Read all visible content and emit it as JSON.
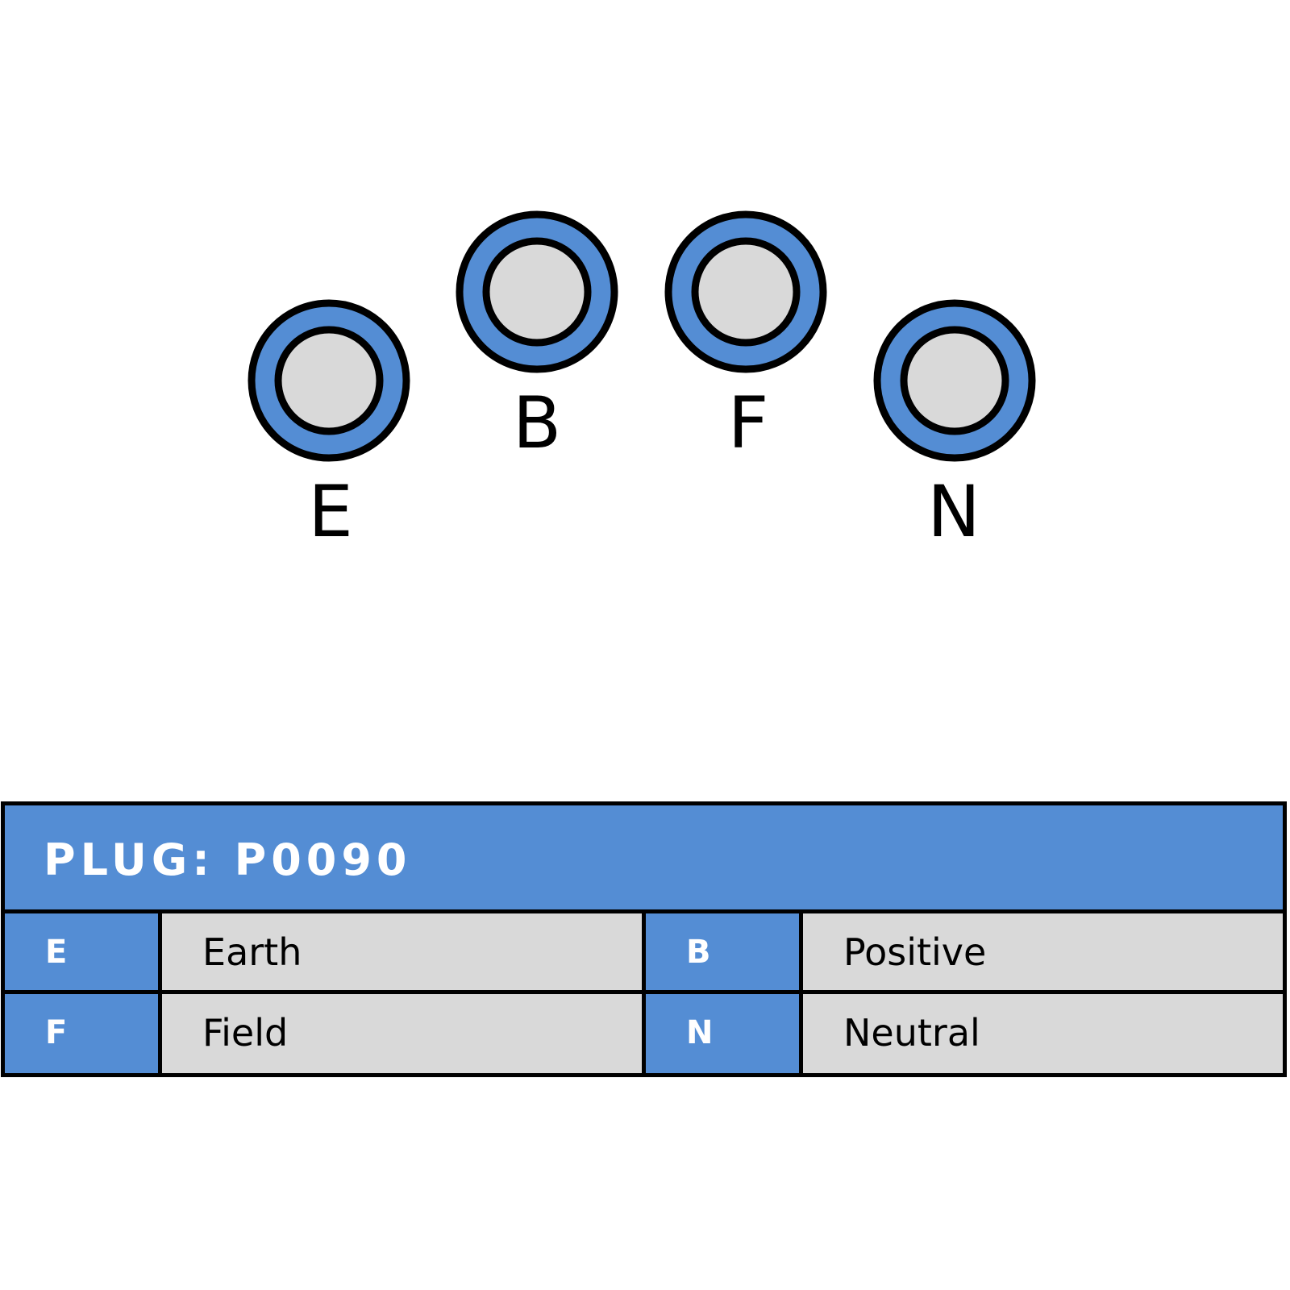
{
  "colors": {
    "accent_blue": "#548dd4",
    "pin_fill": "#d9d9d9",
    "cell_fill": "#d9d9d9",
    "outline": "#000000",
    "header_text": "#ffffff"
  },
  "pins": [
    {
      "label": "E"
    },
    {
      "label": "B"
    },
    {
      "label": "F"
    },
    {
      "label": "N"
    }
  ],
  "table": {
    "title": "PLUG: P0090",
    "rows": [
      [
        {
          "code": "E",
          "desc": "Earth"
        },
        {
          "code": "B",
          "desc": "Positive"
        }
      ],
      [
        {
          "code": "F",
          "desc": "Field"
        },
        {
          "code": "N",
          "desc": "Neutral"
        }
      ]
    ]
  }
}
